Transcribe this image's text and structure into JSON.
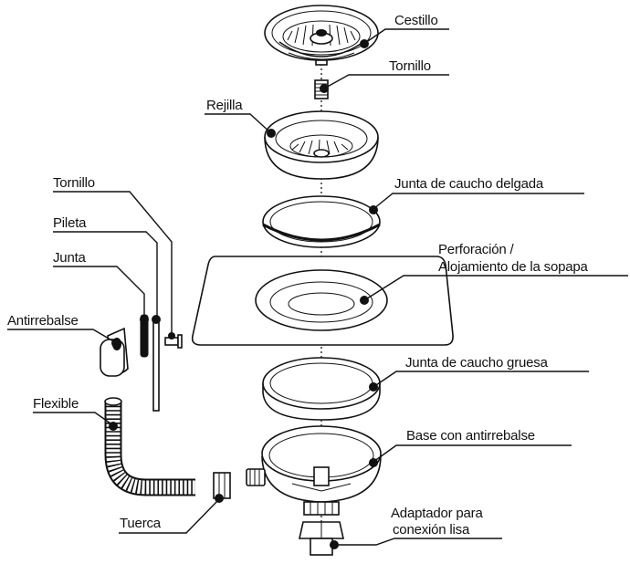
{
  "labels": {
    "cestillo": "Cestillo",
    "tornillo_top": "Tornillo",
    "rejilla": "Rejilla",
    "junta_delgada": "Junta de caucho delgada",
    "tornillo_left": "Tornillo",
    "pileta": "Pileta",
    "junta": "Junta",
    "perforacion_line1": "Perforación /",
    "perforacion_line2": "Alojamiento de la sopapa",
    "antirrebalse": "Antirrebalse",
    "junta_gruesa": "Junta de caucho gruesa",
    "flexible": "Flexible",
    "base": "Base con antirrebalse",
    "tuerca": "Tuerca",
    "adaptador_line1": "Adaptador para",
    "adaptador_line2": "conexión lisa"
  }
}
